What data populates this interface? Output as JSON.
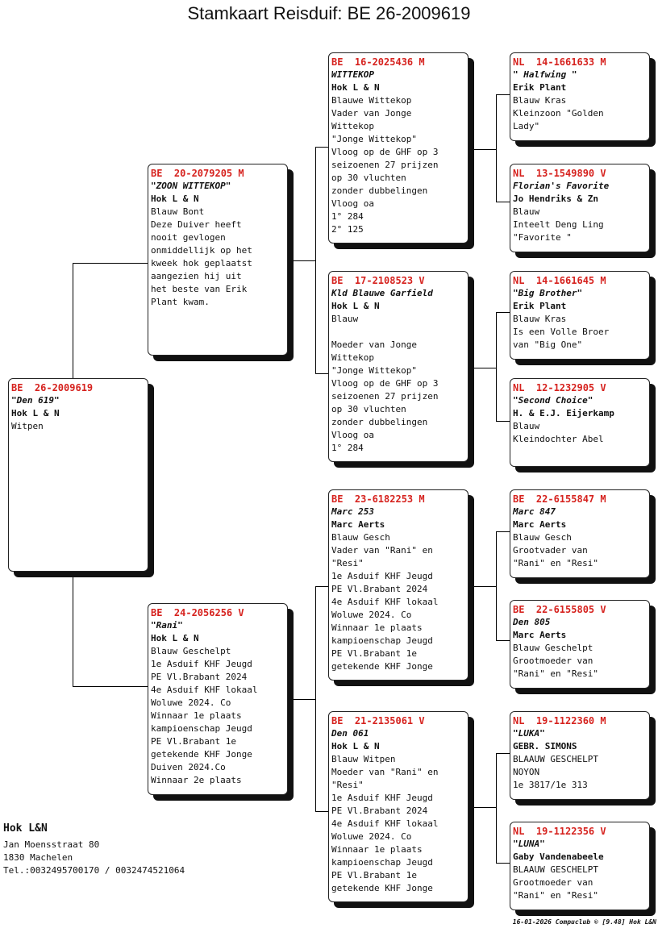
{
  "title": "Stamkaart Reisduif: BE  26-2009619",
  "subject": {
    "ring": "BE  26-2009619",
    "name": "\"Den 619\"",
    "owner": "Hok L & N",
    "lines": [
      "Witpen"
    ]
  },
  "father": {
    "ring": "BE  20-2079205 M",
    "name": "\"ZOON WITTEKOP\"",
    "owner": "Hok L & N",
    "lines": [
      "Blauw Bont",
      "Deze Duiver heeft",
      "nooit gevlogen",
      "onmiddellijk op het",
      "kweek hok geplaatst",
      "aangezien hij uit",
      "het beste van Erik",
      "Plant kwam."
    ]
  },
  "mother": {
    "ring": "BE  24-2056256 V",
    "name": "\"Rani\"",
    "owner": "Hok L & N",
    "lines": [
      "Blauw Geschelpt",
      "1e Asduif KHF Jeugd",
      "PE Vl.Brabant 2024",
      "4e Asduif KHF lokaal",
      "Woluwe 2024. Co",
      "Winnaar 1e plaats",
      "kampioenschap Jeugd",
      "PE Vl.Brabant 1e",
      "getekende KHF Jonge",
      "Duiven 2024.Co",
      "Winnaar 2e plaats"
    ]
  },
  "ff": {
    "ring": "BE  16-2025436 M",
    "name": "WITTEKOP",
    "owner": "Hok L & N",
    "lines": [
      "Blauwe Wittekop",
      "Vader van Jonge",
      "Wittekop",
      "\"Jonge Wittekop\"",
      "Vloog op de GHF op 3",
      "seizoenen 27 prijzen",
      "op 30 vluchten",
      "zonder dubbelingen",
      "Vloog oa",
      "1° 284",
      "2° 125"
    ]
  },
  "fm": {
    "ring": "BE  17-2108523 V",
    "name": "Kld Blauwe Garfield",
    "owner": "Hok L & N",
    "lines": [
      "Blauw",
      "",
      "Moeder van Jonge",
      "Wittekop",
      "\"Jonge Wittekop\"",
      "Vloog op de GHF op 3",
      "seizoenen 27 prijzen",
      "op 30 vluchten",
      "zonder dubbelingen",
      "Vloog oa",
      "1° 284"
    ]
  },
  "mf": {
    "ring": "BE  23-6182253 M",
    "name": "Marc 253",
    "owner": "Marc Aerts",
    "lines": [
      "Blauw Gesch",
      "Vader van \"Rani\" en",
      "\"Resi\"",
      "1e Asduif KHF Jeugd",
      "PE Vl.Brabant 2024",
      "4e Asduif KHF lokaal",
      "Woluwe 2024. Co",
      "Winnaar 1e plaats",
      "kampioenschap Jeugd",
      "PE Vl.Brabant 1e",
      "getekende KHF Jonge"
    ]
  },
  "mm": {
    "ring": "BE  21-2135061 V",
    "name": "Den 061",
    "owner": "Hok L & N",
    "lines": [
      "Blauw Witpen",
      "Moeder van \"Rani\" en",
      "\"Resi\"",
      "1e Asduif KHF Jeugd",
      "PE Vl.Brabant 2024",
      "4e Asduif KHF lokaal",
      "Woluwe 2024. Co",
      "Winnaar 1e plaats",
      "kampioenschap Jeugd",
      "PE Vl.Brabant 1e",
      "getekende KHF Jonge"
    ]
  },
  "fff": {
    "ring": "NL  14-1661633 M",
    "name": "\" Halfwing \"",
    "owner": "Erik Plant",
    "lines": [
      "Blauw Kras",
      "Kleinzoon \"Golden",
      "Lady\""
    ]
  },
  "ffm": {
    "ring": "NL  13-1549890 V",
    "name": "Florian's Favorite",
    "owner": "Jo Hendriks & Zn",
    "lines": [
      "Blauw",
      "Inteelt Deng Ling",
      "\"Favorite \""
    ]
  },
  "fmf": {
    "ring": "NL  14-1661645 M",
    "name": "\"Big Brother\"",
    "owner": "Erik Plant",
    "lines": [
      "Blauw Kras",
      "Is een Volle Broer",
      "van \"Big One\""
    ]
  },
  "fmm": {
    "ring": "NL  12-1232905 V",
    "name": "\"Second Choice\"",
    "owner": "H. & E.J. Eijerkamp",
    "lines": [
      "Blauw",
      "Kleindochter Abel"
    ]
  },
  "mff": {
    "ring": "BE  22-6155847 M",
    "name": "Marc 847",
    "owner": "Marc Aerts",
    "lines": [
      "Blauw Gesch",
      "Grootvader van",
      "\"Rani\" en \"Resi\""
    ]
  },
  "mfm": {
    "ring": "BE  22-6155805 V",
    "name": "Den 805",
    "owner": "Marc Aerts",
    "lines": [
      "Blauw Geschelpt",
      "Grootmoeder van",
      "\"Rani\" en \"Resi\""
    ]
  },
  "mmf": {
    "ring": "NL  19-1122360 M",
    "name": "\"LUKA\"",
    "owner": "GEBR. SIMONS",
    "lines": [
      "BLAAUW GESCHELPT",
      "NOYON",
      "1e 3817/1e 313"
    ]
  },
  "mmm": {
    "ring": "NL  19-1122356 V",
    "name": "\"LUNA\"",
    "owner": "Gaby Vandenabeele",
    "lines": [
      "BLAAUW GESCHELPT",
      "Grootmoeder van",
      "\"Rani\" en \"Resi\""
    ]
  },
  "owner_block": {
    "name": "Hok L&N",
    "street": "Jan Moensstraat 80",
    "city": "1830  Machelen",
    "tel": "Tel.:0032495700170 / 0032474521064"
  },
  "footer": "16-01-2026   Compuclub © [9.48]  Hok L&N"
}
